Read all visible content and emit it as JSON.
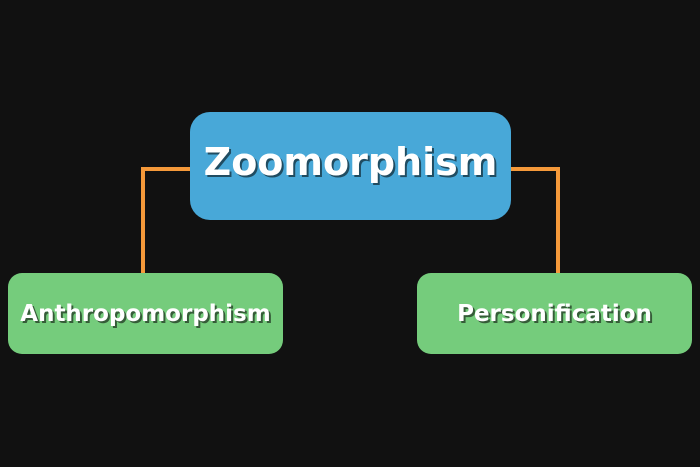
{
  "diagram": {
    "root": {
      "label": "Zoomorphism"
    },
    "children": [
      {
        "label": "Anthropomorphism"
      },
      {
        "label": "Personification"
      }
    ]
  },
  "colors": {
    "background": "#111111",
    "root": "#48a8d8",
    "child": "#75cc7c",
    "connector": "#f5993a"
  }
}
